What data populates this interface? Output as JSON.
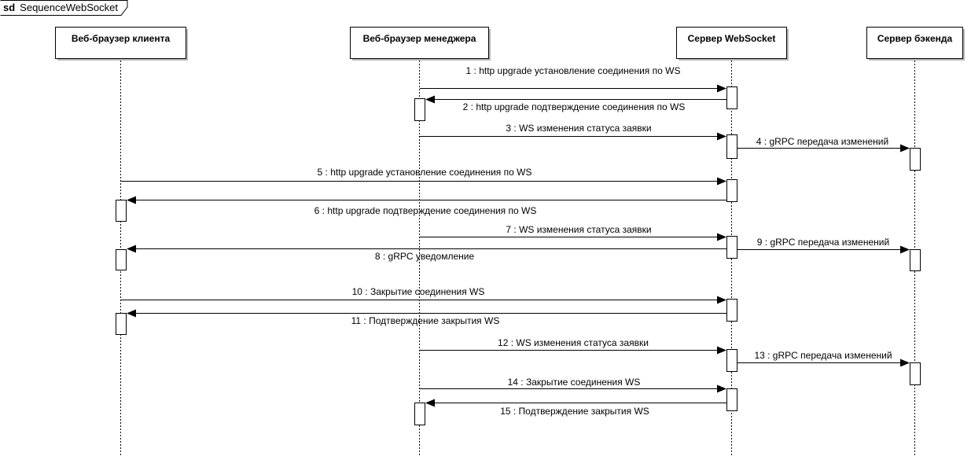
{
  "diagram": {
    "frame_keyword": "sd",
    "frame_name": "SequenceWebSocket",
    "participants": [
      {
        "id": "client",
        "name": "Веб-браузер клиента"
      },
      {
        "id": "manager",
        "name": "Веб-браузер менеджера"
      },
      {
        "id": "ws",
        "name": "Сервер WebSocket"
      },
      {
        "id": "backend",
        "name": "Сервер бэкенда"
      }
    ],
    "messages": [
      {
        "from": "manager",
        "to": "ws",
        "label": "1 : http upgrade установление соединения по WS"
      },
      {
        "from": "ws",
        "to": "manager",
        "label": "2 : http upgrade подтверждение соединения по WS"
      },
      {
        "from": "manager",
        "to": "ws",
        "label": "3 : WS изменения статуса заявки"
      },
      {
        "from": "ws",
        "to": "backend",
        "label": "4 : gRPC передача изменений"
      },
      {
        "from": "client",
        "to": "ws",
        "label": "5 : http upgrade установление соединения по WS"
      },
      {
        "from": "ws",
        "to": "client",
        "label": "6 : http upgrade подтверждение соединения по WS"
      },
      {
        "from": "manager",
        "to": "ws",
        "label": "7 : WS изменения статуса заявки"
      },
      {
        "from": "ws",
        "to": "client",
        "label": "8 : gRPC уведомление"
      },
      {
        "from": "ws",
        "to": "backend",
        "label": "9 : gRPC передача изменений"
      },
      {
        "from": "client",
        "to": "ws",
        "label": "10 : Закрытие соединения WS"
      },
      {
        "from": "ws",
        "to": "client",
        "label": "11 : Подтверждение закрытия WS"
      },
      {
        "from": "manager",
        "to": "ws",
        "label": "12 : WS изменения статуса заявки"
      },
      {
        "from": "ws",
        "to": "backend",
        "label": "13 : gRPC передача изменений"
      },
      {
        "from": "manager",
        "to": "ws",
        "label": "14 : Закрытие соединения WS"
      },
      {
        "from": "ws",
        "to": "manager",
        "label": "15 : Подтверждение закрытия WS"
      }
    ]
  }
}
